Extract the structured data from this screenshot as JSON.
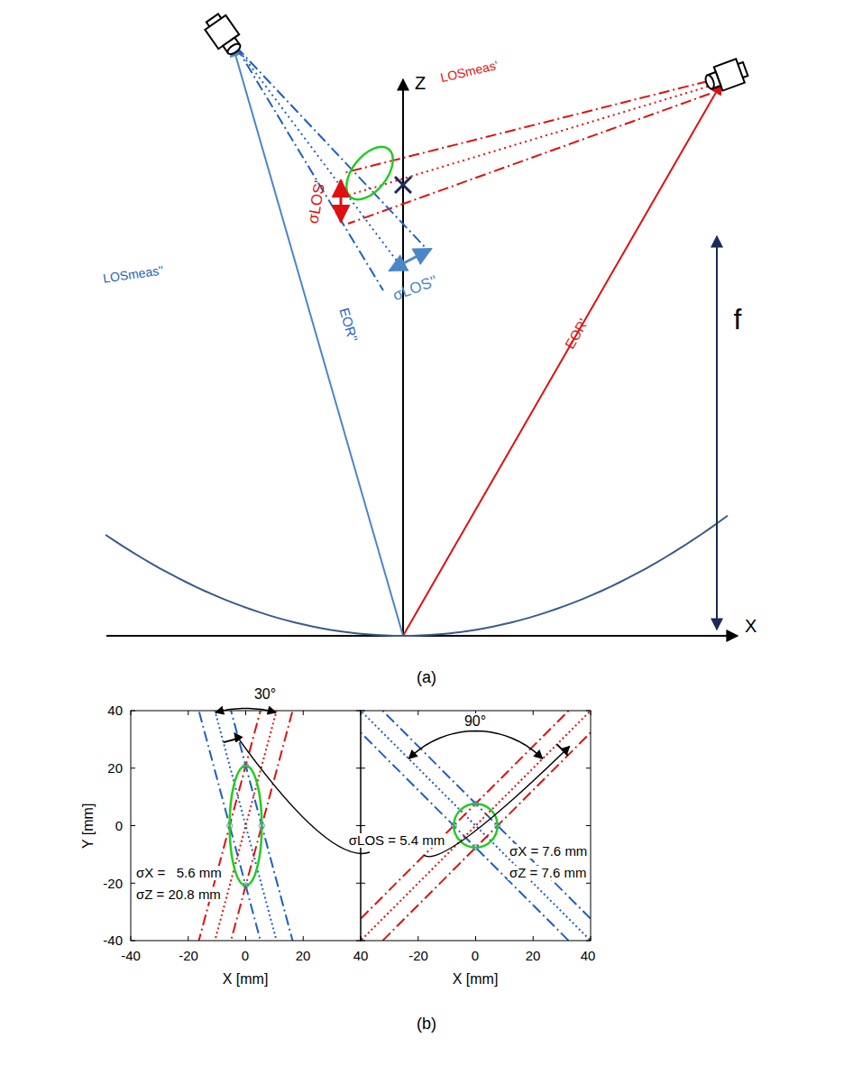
{
  "diagram": {
    "labels": [
      "Z",
      "X",
      "f",
      "EOR''",
      "EOR'",
      "LOSmeas'",
      "LOSmeas''",
      "σLOS'",
      "σLOS''",
      "(a)",
      "40",
      "20",
      "0",
      "-20",
      "-40",
      "Y [mm]",
      "-40",
      "-20",
      "0",
      "20",
      "40",
      "-20",
      "0",
      "20",
      "40",
      "X [mm]",
      "X [mm]",
      "30°",
      "90°",
      "σX =   5.6 mm",
      "σZ = 20.8 mm",
      "σX = 7.6 mm",
      "σZ = 7.6 mm",
      "σLOS = 5.4 mm",
      "(b)"
    ]
  }
}
